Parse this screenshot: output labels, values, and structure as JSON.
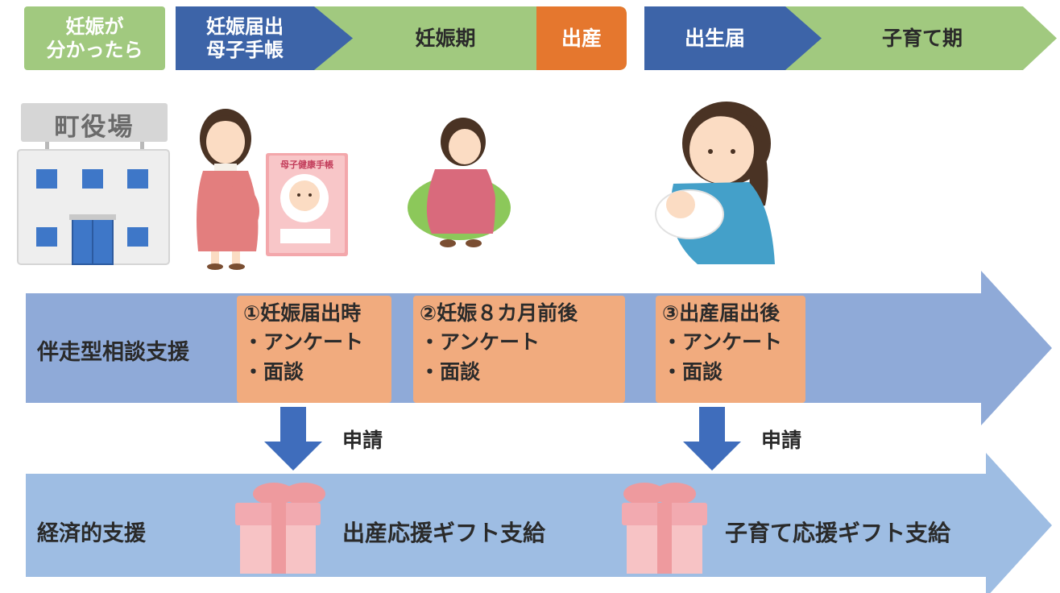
{
  "timeline": {
    "stage_discover": "妊娠が\n分かったら",
    "stage_report": "妊娠届出\n母子手帳",
    "stage_pregnancy": "妊娠期",
    "stage_birth": "出産",
    "stage_birth_report": "出生届",
    "stage_childcare": "子育て期"
  },
  "illustrations": {
    "town_hall_sign": "町役場",
    "handbook_title": "母子健康手帳"
  },
  "support_consult": {
    "label": "伴走型相談支援",
    "steps": [
      {
        "title": "①妊娠届出時",
        "items": [
          "・アンケート",
          "・面談"
        ]
      },
      {
        "title": "②妊娠８カ月前後",
        "items": [
          "・アンケート",
          "・面談"
        ]
      },
      {
        "title": "③出産届出後",
        "items": [
          "・アンケート",
          "・面談"
        ]
      }
    ],
    "apply_label_1": "申請",
    "apply_label_2": "申請"
  },
  "support_economic": {
    "label": "経済的支援",
    "gift_1": "出産応援ギフト支給",
    "gift_2": "子育て応援ギフト支給"
  },
  "colors": {
    "green": "#a1c97f",
    "navy": "#3d64a8",
    "orange": "#e5772e",
    "band_mid": "#8faad8",
    "band_light": "#9ebde3",
    "box": "#f1ab7e",
    "arrow": "#3f6dbc"
  }
}
